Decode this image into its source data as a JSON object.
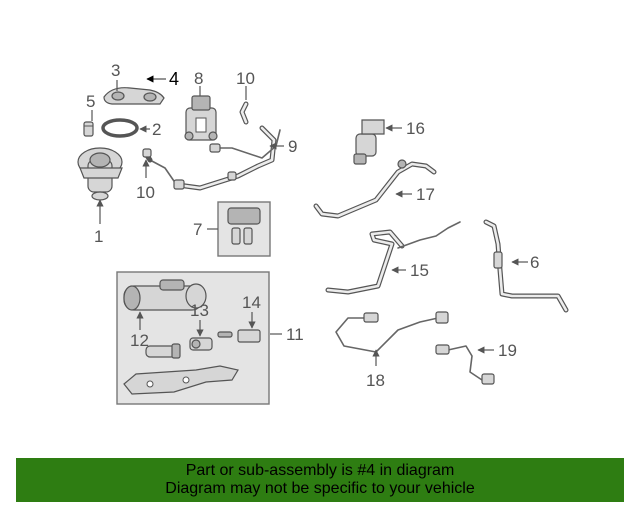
{
  "callouts": {
    "c1": "1",
    "c2": "2",
    "c3": "3",
    "c4": "4",
    "c5": "5",
    "c6": "6",
    "c7": "7",
    "c8": "8",
    "c9": "9",
    "c10a": "10",
    "c10b": "10",
    "c11": "11",
    "c12": "12",
    "c13": "13",
    "c14": "14",
    "c15": "15",
    "c16": "16",
    "c17": "17",
    "c18": "18",
    "c19": "19"
  },
  "highlighted_part": "4",
  "banner": {
    "line1": "Part or sub-assembly is #4 in diagram",
    "line2": "Diagram may not be specific to your vehicle",
    "background": "#2e7d12"
  }
}
